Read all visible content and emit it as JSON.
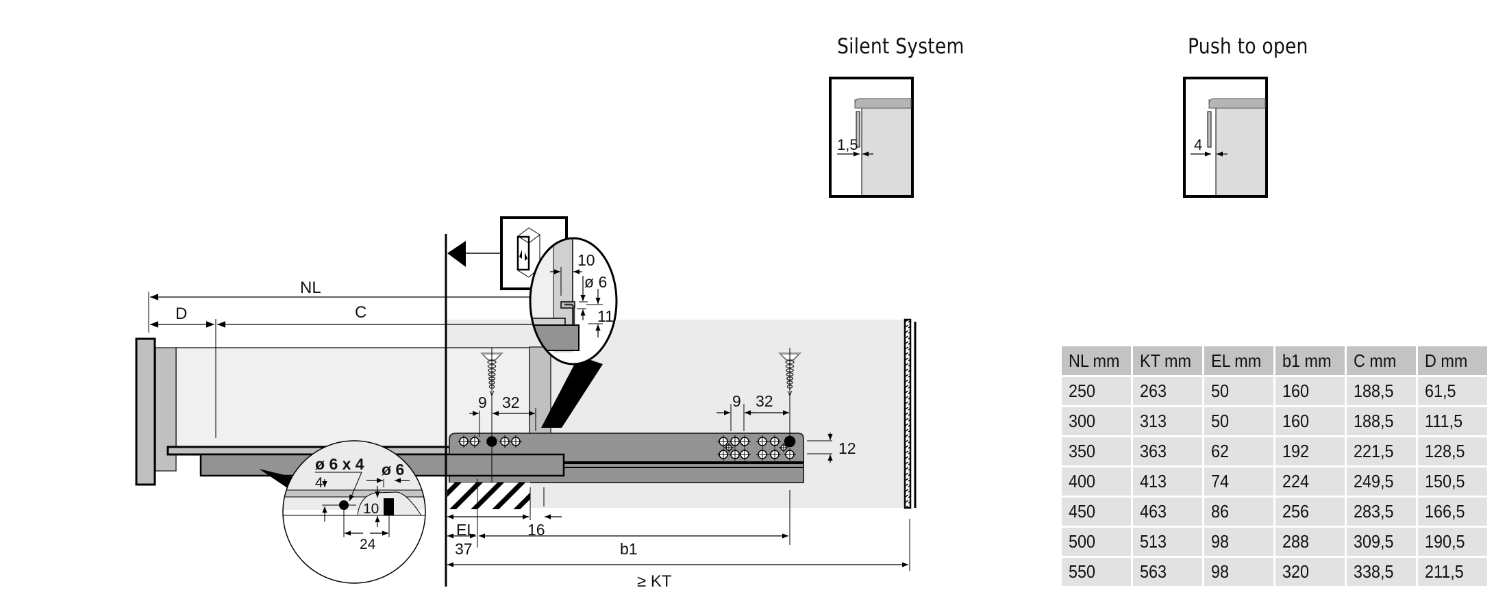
{
  "titles": {
    "silent_system": "Silent System",
    "push_to_open": "Push to open"
  },
  "detail_boxes": {
    "silent_system_gap": "1,5",
    "push_to_open_gap": "4"
  },
  "dimensions": {
    "nl": "NL",
    "d": "D",
    "c": "C",
    "screw1_offset": "9",
    "screw1_spacing": "32",
    "screw2_offset": "9",
    "screw2_spacing": "32",
    "runner_height": "12",
    "detail_top_width": "10",
    "detail_top_hole": "ø 6",
    "detail_top_height": "11",
    "detail_bottom_hole": "ø 6 x 4",
    "detail_bottom_pin": "ø 6",
    "detail_bottom_depth": "4",
    "detail_bottom_height": "10",
    "detail_bottom_spacing": "24",
    "el": "EL",
    "el_offset": "16",
    "front_offset": "37",
    "b1": "b1",
    "kt": "≥ KT"
  },
  "table": {
    "headers": [
      "NL mm",
      "KT mm",
      "EL mm",
      "b1 mm",
      "C mm",
      "D mm"
    ],
    "rows": [
      [
        "250",
        "263",
        "50",
        "160",
        "188,5",
        "61,5"
      ],
      [
        "300",
        "313",
        "50",
        "160",
        "188,5",
        "111,5"
      ],
      [
        "350",
        "363",
        "62",
        "192",
        "221,5",
        "128,5"
      ],
      [
        "400",
        "413",
        "74",
        "224",
        "249,5",
        "150,5"
      ],
      [
        "450",
        "463",
        "86",
        "256",
        "283,5",
        "166,5"
      ],
      [
        "500",
        "513",
        "98",
        "288",
        "309,5",
        "190,5"
      ],
      [
        "550",
        "563",
        "98",
        "320",
        "338,5",
        "211,5"
      ]
    ]
  },
  "colors": {
    "panel_gray": "#c0c0c0",
    "runner_gray": "#939393",
    "background_gray": "#ebebeb",
    "table_header": "#c3c3c3",
    "table_row": "#e2e2e2"
  }
}
